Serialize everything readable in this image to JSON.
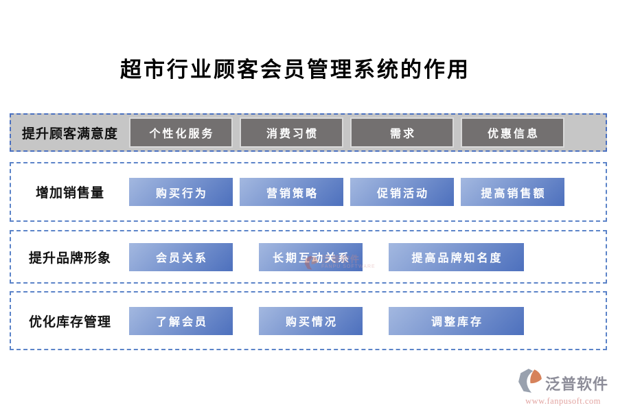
{
  "title": "超市行业顾客会员管理系统的作用",
  "rows": [
    {
      "label": "提升顾客满意度",
      "style": "gray",
      "buttons": [
        "个性化服务",
        "消费习惯",
        "需求",
        "优惠信息"
      ]
    },
    {
      "label": "增加销售量",
      "style": "blue",
      "buttons": [
        "购买行为",
        "营销策略",
        "促销活动",
        "提高销售额"
      ]
    },
    {
      "label": "提升品牌形象",
      "style": "blue",
      "buttons": [
        "会员关系",
        "长期互动关系",
        "提高品牌知名度"
      ]
    },
    {
      "label": "优化库存管理",
      "style": "blue",
      "buttons": [
        "了解会员",
        "购买情况",
        "调整库存"
      ]
    }
  ],
  "watermark": {
    "brand": "泛普软件",
    "subtext": "FANPU SOFTWARE"
  },
  "footer": {
    "brand": "泛普软件",
    "url": "www.fanpusoft.com"
  },
  "colors": {
    "accent": "#4a70c0",
    "dash2": "#5b83c8",
    "row-gray": "#c6c6c6",
    "gbtn": "#737070",
    "blue-light": "#a3b8e0",
    "blue-dark": "#4d70bd",
    "brand-gray": "#8d8d99",
    "brand-pink": "#e2a4a1"
  }
}
